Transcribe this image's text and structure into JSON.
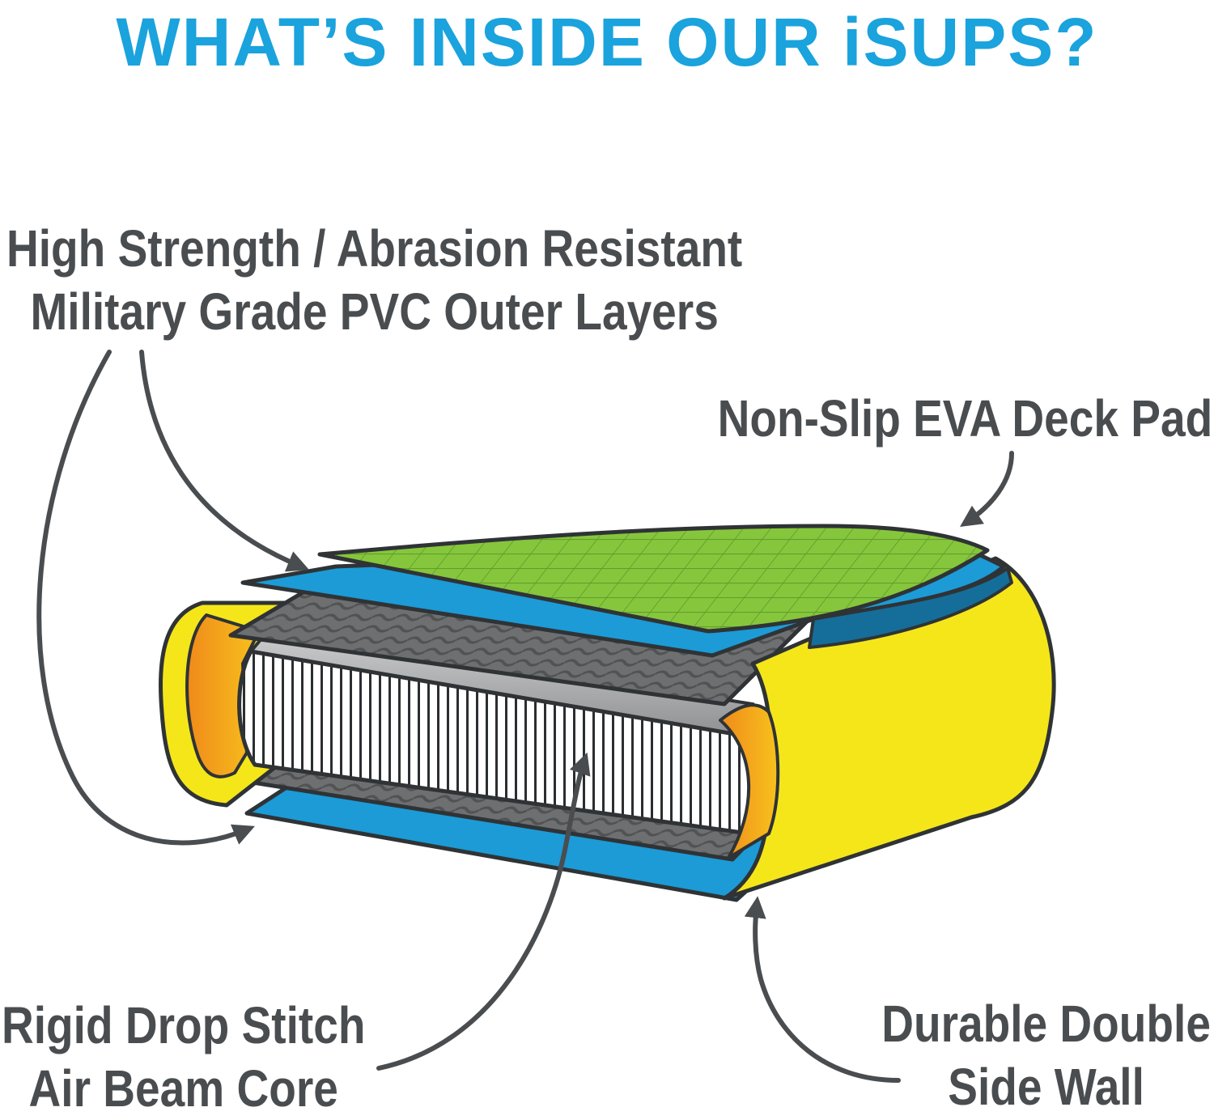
{
  "title": "WHAT’S INSIDE OUR iSUPS?",
  "labels": {
    "pvc": {
      "line1": "High Strength / Abrasion Resistant",
      "line2": "Military Grade PVC Outer Layers"
    },
    "deck": {
      "line1": "Non-Slip EVA Deck Pad"
    },
    "core": {
      "line1": "Rigid Drop Stitch",
      "line2": "Air Beam Core"
    },
    "wall": {
      "line1": "Durable Double",
      "line2": "Side Wall"
    }
  },
  "colors": {
    "title": "#1aa3dd",
    "text": "#4a4d50",
    "yellow": "#f5e61a",
    "orange": "#f5b21a",
    "blue": "#1c9bd6",
    "green": "#86c63c",
    "gray": "#6e6f71",
    "outline": "#2f3336"
  }
}
